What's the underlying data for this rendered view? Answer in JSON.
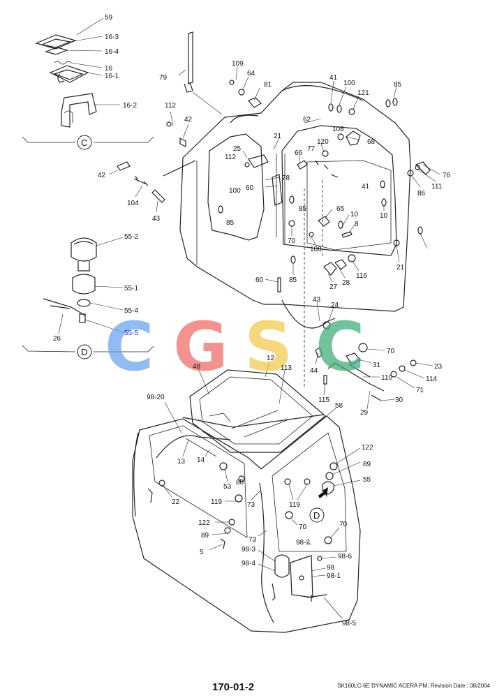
{
  "diagram": {
    "part_labels": [
      "59",
      "16-3",
      "16-4",
      "16",
      "16-1",
      "16-2",
      "C",
      "79",
      "109",
      "64",
      "81",
      "41",
      "100",
      "121",
      "85",
      "112",
      "42",
      "62",
      "21",
      "108",
      "68",
      "25",
      "66",
      "120",
      "77",
      "112",
      "100",
      "78",
      "60",
      "85",
      "76",
      "86",
      "111",
      "41",
      "10",
      "42",
      "104",
      "43",
      "65",
      "10",
      "8",
      "70",
      "108",
      "85",
      "21",
      "55-2",
      "55-1",
      "55-4",
      "55-5",
      "26",
      "D",
      "60",
      "85",
      "27",
      "28",
      "116",
      "43",
      "24",
      "70",
      "44",
      "31",
      "23",
      "110",
      "114",
      "71",
      "29",
      "30",
      "48",
      "12",
      "113",
      "98-20",
      "115",
      "58",
      "13",
      "14",
      "53",
      "80",
      "122",
      "89",
      "55",
      "22",
      "119",
      "73",
      "119",
      "70",
      "D",
      "122",
      "89",
      "73",
      "5",
      "98-2",
      "70",
      "98-3",
      "98-6",
      "98-4",
      "98",
      "98-1",
      "98-5"
    ],
    "watermark_letters": [
      "C",
      "G",
      "S",
      "C"
    ],
    "watermark_colors": [
      "#6aa1ef",
      "#ef6a66",
      "#f3c94a",
      "#3faa7a"
    ],
    "highlight_color": "#1f3fbf"
  },
  "footer": {
    "page_number": "170-01-2",
    "model_note": "SK160LC-6E DYNAMIC ACERA PM, Revision Date : 08/2004"
  }
}
